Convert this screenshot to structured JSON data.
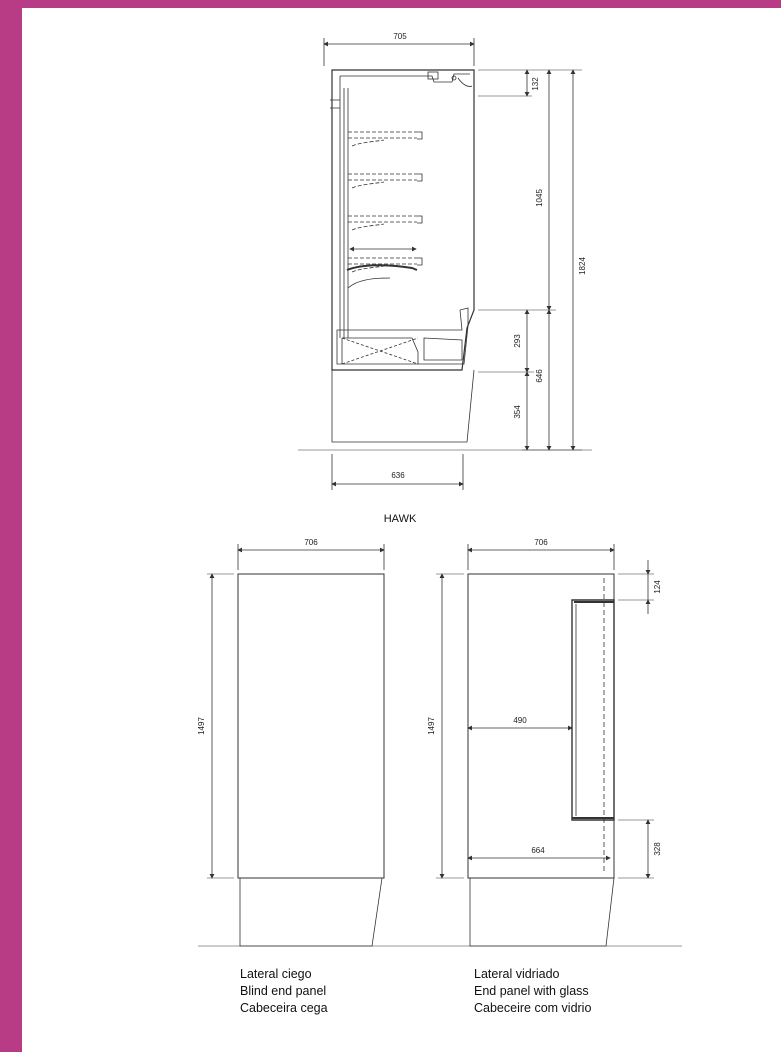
{
  "model_name": "HAWK",
  "side_view": {
    "dims": {
      "top_width": "705",
      "base_width": "636",
      "top_gap": "132",
      "upper_section": "1045",
      "overall_height": "1824",
      "lower_section": "293",
      "base_height": "646",
      "plinth": "354"
    }
  },
  "end_panels": {
    "blind": {
      "width": "706",
      "height": "1497",
      "captions": [
        "Lateral ciego",
        "Blind end panel",
        "Cabeceira cega"
      ]
    },
    "glass": {
      "width": "706",
      "height": "1497",
      "top_offset": "124",
      "glass_inset": "490",
      "bottom_width": "664",
      "bottom_height": "328",
      "captions": [
        "Lateral vidriado",
        "End panel with glass",
        "Cabeceire com vidrio"
      ]
    }
  },
  "colors": {
    "frame": "#b73b85",
    "sheet": "#ffffff",
    "line": "#333333"
  }
}
